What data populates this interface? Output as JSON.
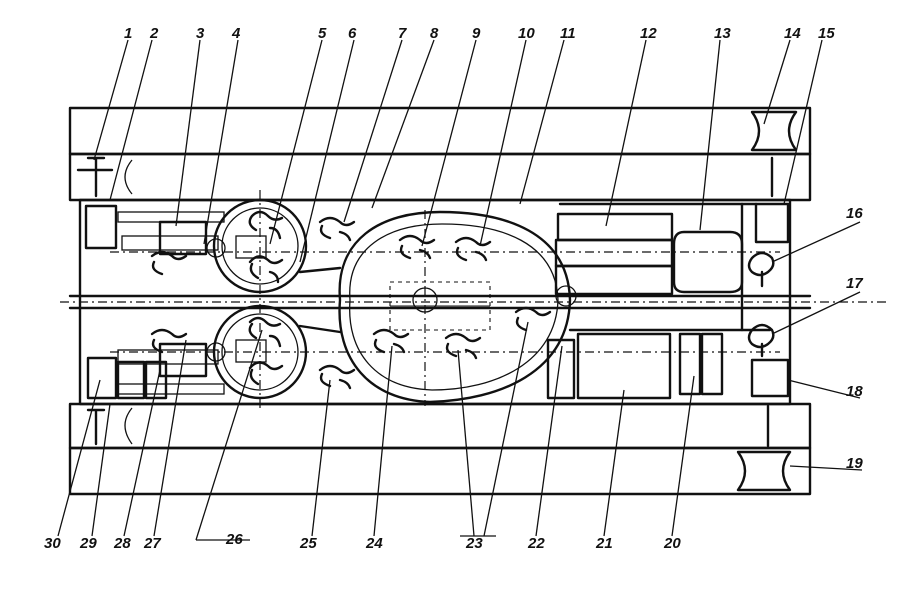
{
  "callouts_top": [
    "1",
    "2",
    "3",
    "4",
    "5",
    "6",
    "7",
    "8",
    "9",
    "10",
    "11",
    "12",
    "13",
    "14",
    "15"
  ],
  "callouts_right": [
    "16",
    "17",
    "18",
    "19"
  ],
  "callouts_bottom": [
    "30",
    "29",
    "28",
    "27",
    "26",
    "25",
    "24",
    "23",
    "22",
    "21",
    "20"
  ],
  "colors": {
    "ink": "#111111",
    "paper": "#ffffff"
  },
  "icons": {
    "fan": "fan-icon",
    "motor": "motor-icon"
  }
}
